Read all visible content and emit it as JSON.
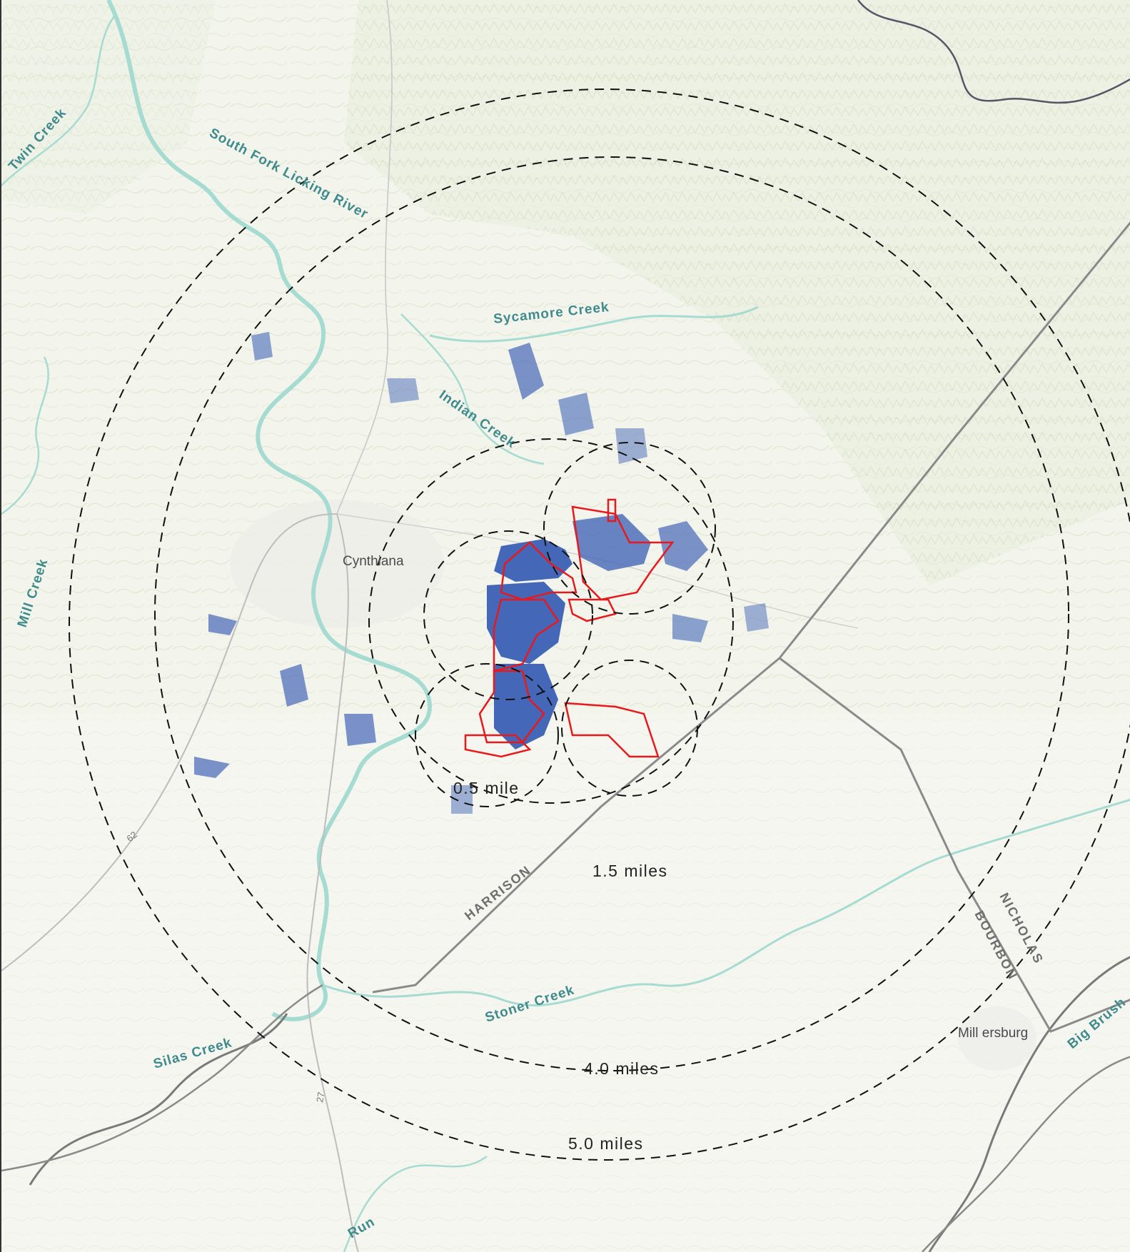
{
  "map": {
    "places": {
      "cynthiana": "Cynthiana",
      "millersburg": "Mill ersburg"
    },
    "waterways": {
      "twin_creek": "Twin Creek",
      "south_fork": "South Fork Licking River",
      "sycamore": "Sycamore Creek",
      "indian_creek": "Indian Creek",
      "mill_creek": "Mill Creek",
      "stoner_creek": "Stoner Creek",
      "silas_creek": "Silas Creek",
      "big_brush": "Big Brush",
      "run": "Run"
    },
    "counties": {
      "harrison": "HARRISON",
      "nicholas": "NICHOLAS",
      "bourbon": "BOURBON"
    },
    "routes": {
      "us62": "62",
      "us27": "27"
    },
    "rings": {
      "r05": "0.5 mile",
      "r15": "1.5 miles",
      "r40": "4.0 miles",
      "r50": "5.0 miles"
    },
    "colors": {
      "ring": "#111111",
      "project_boundary": "#e8191c",
      "visibility": "#4467b8",
      "water": "#a6dbd2",
      "county_line": "#8a8a8a"
    }
  }
}
